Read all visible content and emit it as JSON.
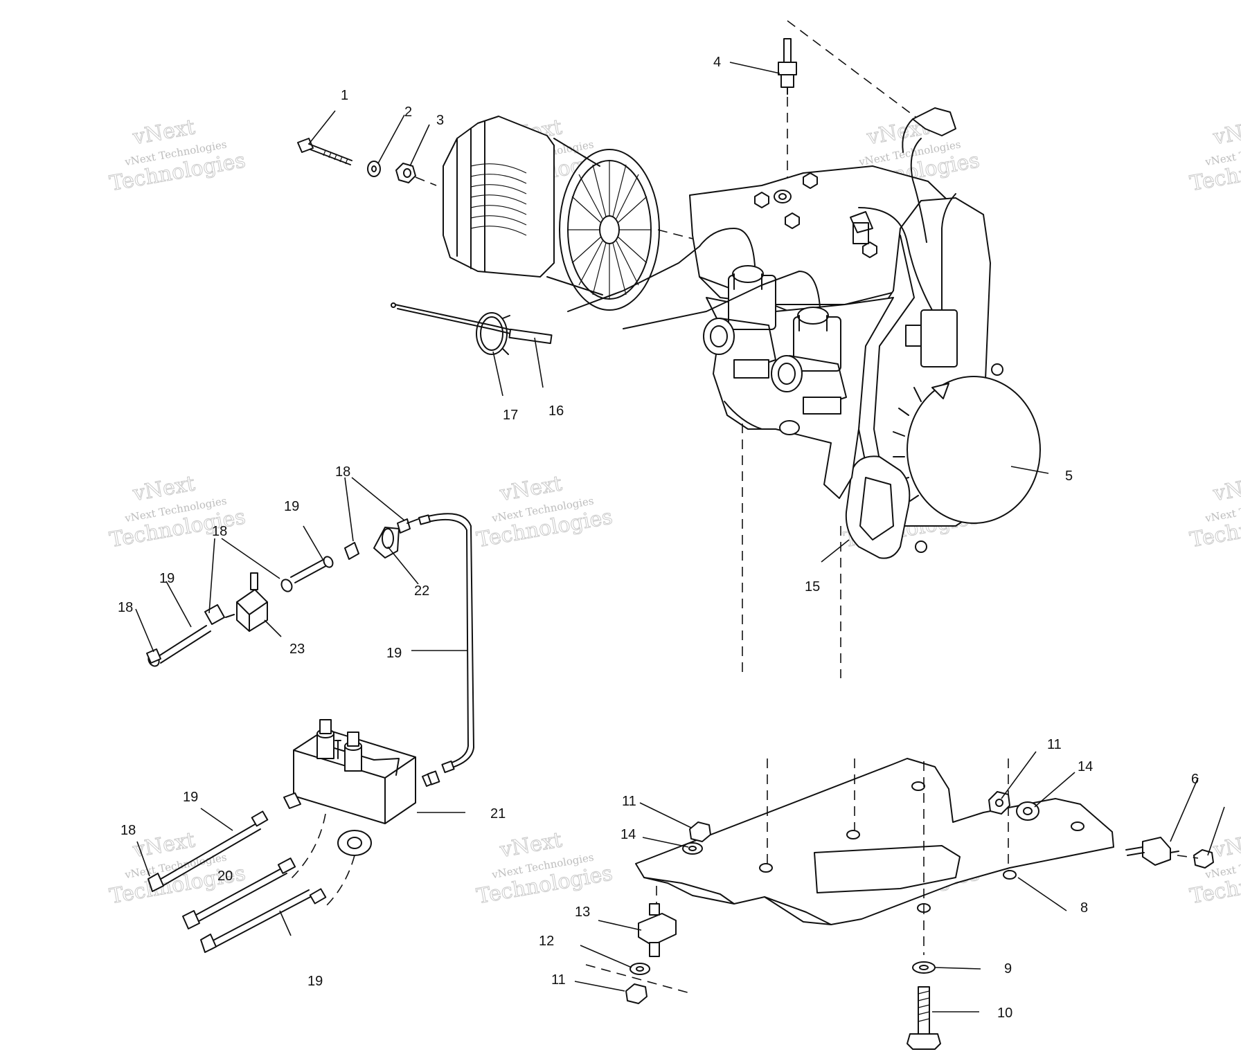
{
  "watermark": {
    "line1": "vNext",
    "line2": "vNext Technologies",
    "line3": "Technologies"
  },
  "callouts": {
    "c1": "1",
    "c2": "2",
    "c3": "3",
    "c4": "4",
    "c5": "5",
    "c6": "6",
    "c8": "8",
    "c9": "9",
    "c10": "10",
    "c11a": "11",
    "c11b": "11",
    "c11c": "11",
    "c12": "12",
    "c13": "13",
    "c14a": "14",
    "c14b": "14",
    "c15": "15",
    "c16": "16",
    "c17": "17",
    "c18a": "18",
    "c18b": "18",
    "c18c": "18",
    "c18d": "18",
    "c19a": "19",
    "c19b": "19",
    "c19c": "19",
    "c19d": "19",
    "c19e": "19",
    "c20": "20",
    "c21": "21",
    "c22": "22",
    "c23": "23"
  }
}
